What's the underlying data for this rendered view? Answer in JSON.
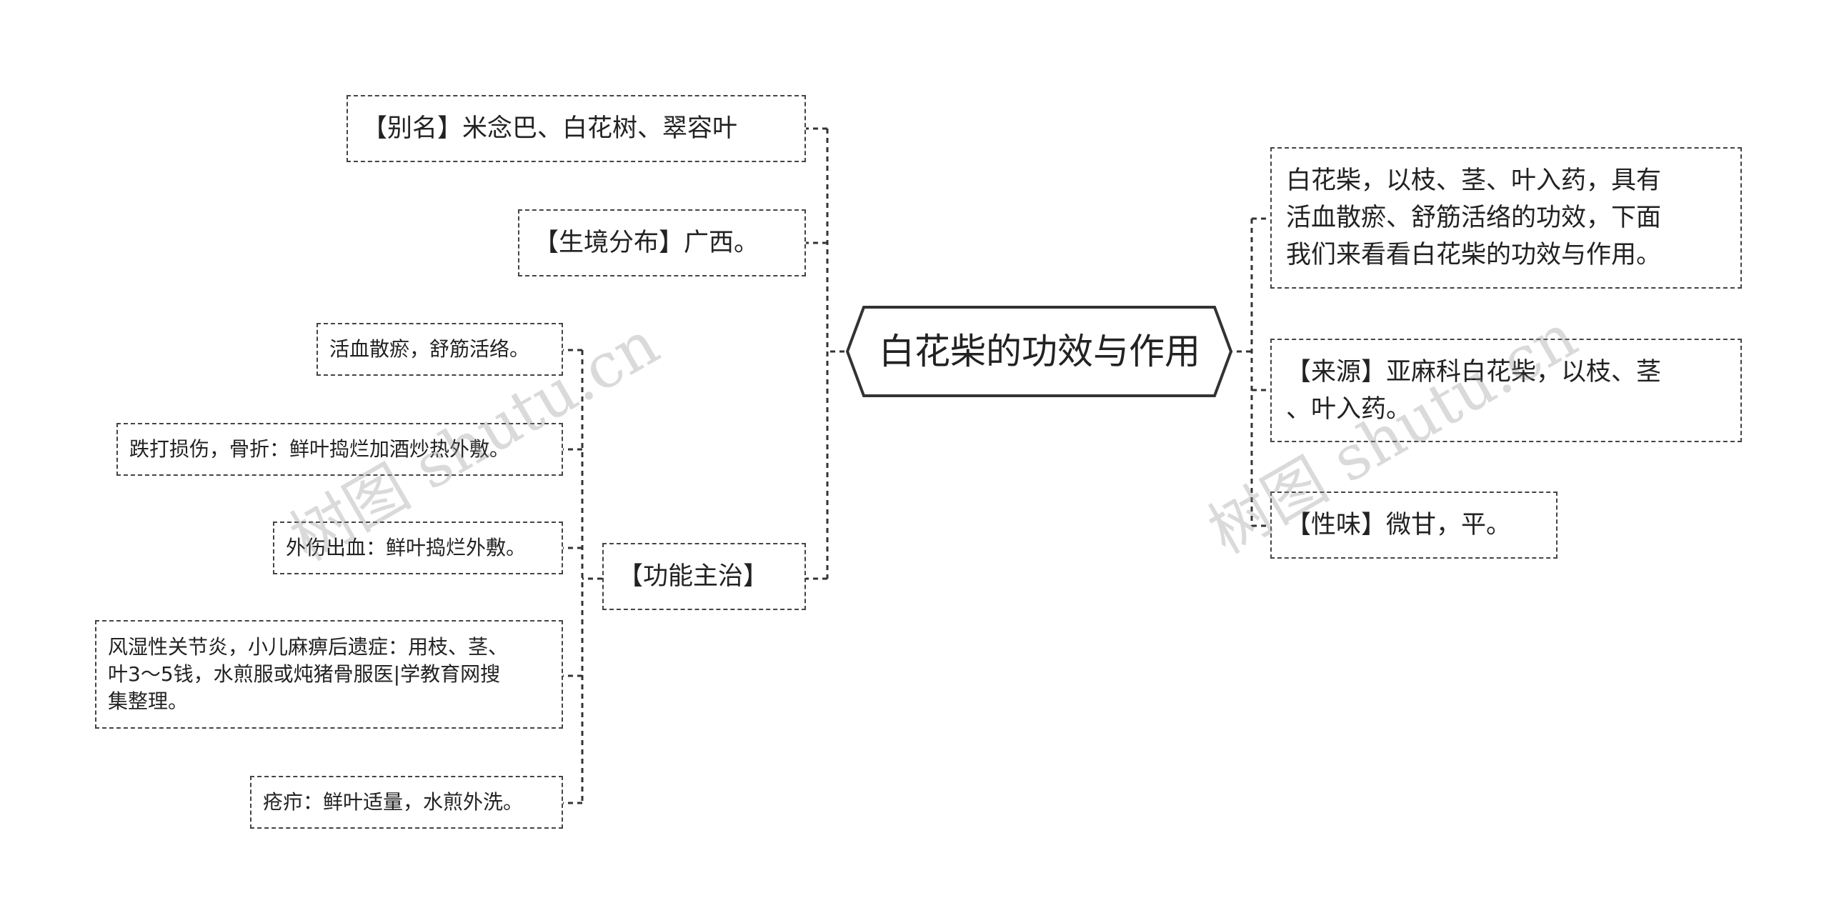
{
  "root": {
    "label": "白花柴的功效与作用"
  },
  "left": {
    "alias": "【别名】米念巴、白花树、翠容叶",
    "habitat": "【生境分布】广西。",
    "functions": {
      "label": "【功能主治】",
      "items": [
        "活血散瘀，舒筋活络。",
        "跌打损伤，骨折：鲜叶捣烂加酒炒热外敷。",
        "外伤出血：鲜叶捣烂外敷。",
        "风湿性关节炎，小儿麻痹后遗症：用枝、茎、\n叶3～5钱，水煎服或炖猪骨服医|学教育网搜\n集整理。",
        "疮疖：鲜叶适量，水煎外洗。"
      ]
    }
  },
  "right": {
    "intro": "白花柴，以枝、茎、叶入药，具有\n活血散瘀、舒筋活络的功效，下面\n我们来看看白花柴的功效与作用。",
    "source": "【来源】亚麻科白花柴，以枝、茎\n、叶入药。",
    "taste": "【性味】微甘，平。"
  },
  "watermarks": [
    "树图 shutu.cn",
    "树图 shutu.cn"
  ],
  "colors": {
    "line": "#333333",
    "border": "#444444",
    "watermark": "#969696"
  }
}
